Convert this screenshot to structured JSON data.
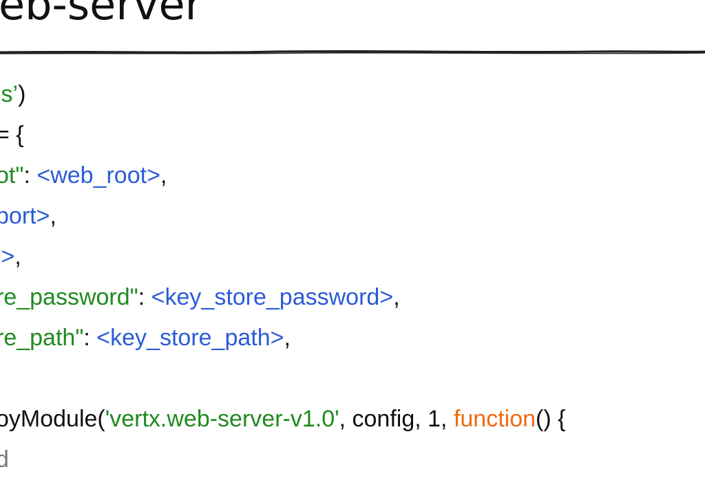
{
  "title": "eb-server",
  "colors": {
    "green": "#1f8a1f",
    "blue": "#2a5bd7",
    "orange": "#f06a0f",
    "text": "#111111",
    "gray": "#777777",
    "rule": "#222222"
  },
  "code_lines": [
    [
      {
        "t": "js’",
        "c": "green"
      },
      {
        "t": ")",
        "c": "black"
      }
    ],
    [
      {
        "t": "= {",
        "c": "black"
      }
    ],
    [
      {
        "t": "ot\"",
        "c": "green"
      },
      {
        "t": ": ",
        "c": "black"
      },
      {
        "t": "<web_root>",
        "c": "blue"
      },
      {
        "t": ",",
        "c": "black"
      }
    ],
    [
      {
        "t": "port>",
        "c": "blue"
      },
      {
        "t": ",",
        "c": "black"
      }
    ],
    [
      {
        "t": "l>",
        "c": "blue"
      },
      {
        "t": ",",
        "c": "black"
      }
    ],
    [
      {
        "t": "re_password\"",
        "c": "green"
      },
      {
        "t": ": ",
        "c": "black"
      },
      {
        "t": "<key_store_password>",
        "c": "blue"
      },
      {
        "t": ",",
        "c": "black"
      }
    ],
    [
      {
        "t": "re_path\"",
        "c": "green"
      },
      {
        "t": ": ",
        "c": "black"
      },
      {
        "t": "<key_store_path>",
        "c": "blue"
      },
      {
        "t": ",",
        "c": "black"
      }
    ],
    [],
    [
      {
        "t": "oyModule(",
        "c": "black"
      },
      {
        "t": "'vertx.web-server-v1.0'",
        "c": "green"
      },
      {
        "t": ", config, 1, ",
        "c": "black"
      },
      {
        "t": "function",
        "c": "orange"
      },
      {
        "t": "() {",
        "c": "black"
      }
    ],
    [
      {
        "t": "d",
        "c": "gray"
      }
    ]
  ]
}
